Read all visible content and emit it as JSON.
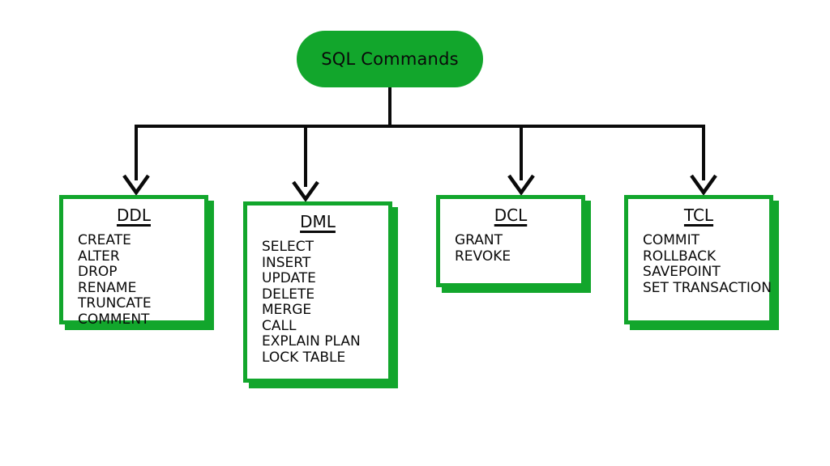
{
  "diagram": {
    "type": "hierarchy-tree",
    "palette": {
      "green": "#12a62c",
      "line": "#0a0a0a",
      "card_fill": "#ffffff",
      "text": "#0a0a0a",
      "background": "#ffffff"
    },
    "root": {
      "label": "SQL Commands",
      "shape": "rounded-rectangle"
    },
    "branches": [
      {
        "id": "ddl",
        "title": "DDL",
        "items": [
          "CREATE",
          "ALTER",
          "DROP",
          "RENAME",
          "TRUNCATE",
          "COMMENT"
        ]
      },
      {
        "id": "dml",
        "title": "DML",
        "items": [
          "SELECT",
          "INSERT",
          "UPDATE",
          "DELETE",
          "MERGE",
          "CALL",
          "EXPLAIN PLAN",
          "LOCK TABLE"
        ]
      },
      {
        "id": "dcl",
        "title": "DCL",
        "items": [
          "GRANT",
          "REVOKE"
        ]
      },
      {
        "id": "tcl",
        "title": "TCL",
        "items": [
          "COMMIT",
          "ROLLBACK",
          "SAVEPOINT",
          "SET TRANSACTION"
        ]
      }
    ]
  }
}
